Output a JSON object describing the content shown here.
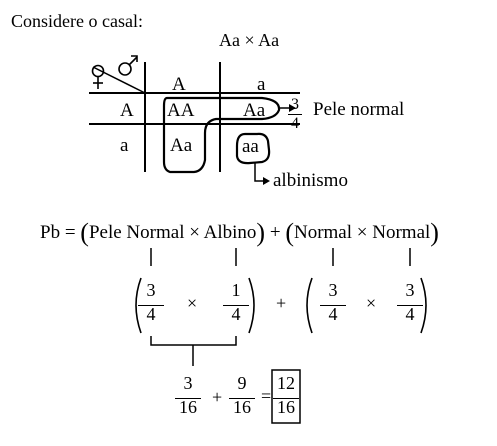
{
  "intro": "Considere o casal:",
  "cross": "Aa × Aa",
  "punnett": {
    "female_icon": "female-symbol-icon",
    "male_icon": "male-symbol-icon",
    "col_headers": [
      "A",
      "a"
    ],
    "row_headers": [
      "A",
      "a"
    ],
    "cells": [
      "AA",
      "Aa",
      "Aa",
      "aa"
    ],
    "normal_fraction": {
      "num": "3",
      "den": "4"
    },
    "normal_label": "Pele normal",
    "albino_label": "albinismo"
  },
  "formula": {
    "lhs": "Pb =",
    "group1": "Pele Normal × Albino",
    "plus": "+",
    "group2": "Normal × Normal",
    "f1": {
      "num": "3",
      "den": "4"
    },
    "times1": "×",
    "f2": {
      "num": "1",
      "den": "4"
    },
    "plus2": "+",
    "f3": {
      "num": "3",
      "den": "4"
    },
    "times2": "×",
    "f4": {
      "num": "3",
      "den": "4"
    }
  },
  "result": {
    "t1": {
      "num": "3",
      "den": "16"
    },
    "plus": "+",
    "t2": {
      "num": "9",
      "den": "16"
    },
    "eq": "=",
    "answer": {
      "num": "12",
      "den": "16"
    }
  }
}
